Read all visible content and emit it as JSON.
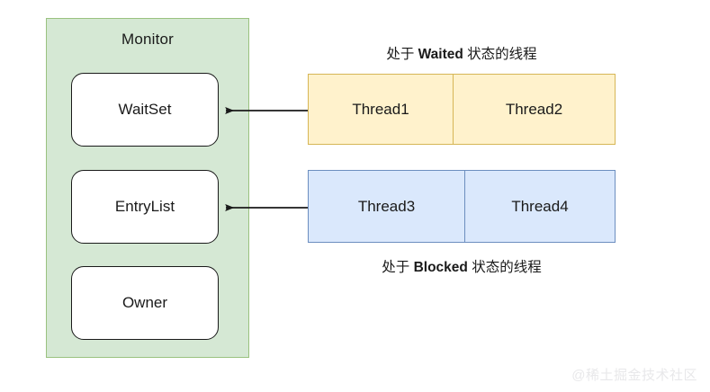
{
  "diagram": {
    "monitor": {
      "title": "Monitor",
      "fill_color": "#d5e8d4",
      "border_color": "#9ac27f",
      "boxes": [
        {
          "label": "WaitSet"
        },
        {
          "label": "EntryList"
        },
        {
          "label": "Owner"
        }
      ]
    },
    "groups": [
      {
        "id": "waited",
        "caption_prefix": "处于 ",
        "caption_keyword": "Waited",
        "caption_suffix": " 状态的线程",
        "caption_position": "above",
        "fill_color": "#fff2cc",
        "border_color": "#d6b656",
        "cells": [
          {
            "label": "Thread1"
          },
          {
            "label": "Thread2"
          }
        ]
      },
      {
        "id": "blocked",
        "caption_prefix": "处于 ",
        "caption_keyword": "Blocked",
        "caption_suffix": " 状态的线程",
        "caption_position": "below",
        "fill_color": "#dae8fc",
        "border_color": "#6c8ebf",
        "cells": [
          {
            "label": "Thread3"
          },
          {
            "label": "Thread4"
          }
        ]
      }
    ],
    "arrows": [
      {
        "name": "waited-to-waitset",
        "from": "group-waited",
        "to": "box-waitset",
        "color": "#1a1a1a"
      },
      {
        "name": "blocked-to-entrylist",
        "from": "group-blocked",
        "to": "box-entrylist",
        "color": "#1a1a1a"
      }
    ]
  },
  "watermark": {
    "text": "@稀土掘金技术社区",
    "color": "#e8e8ea"
  }
}
